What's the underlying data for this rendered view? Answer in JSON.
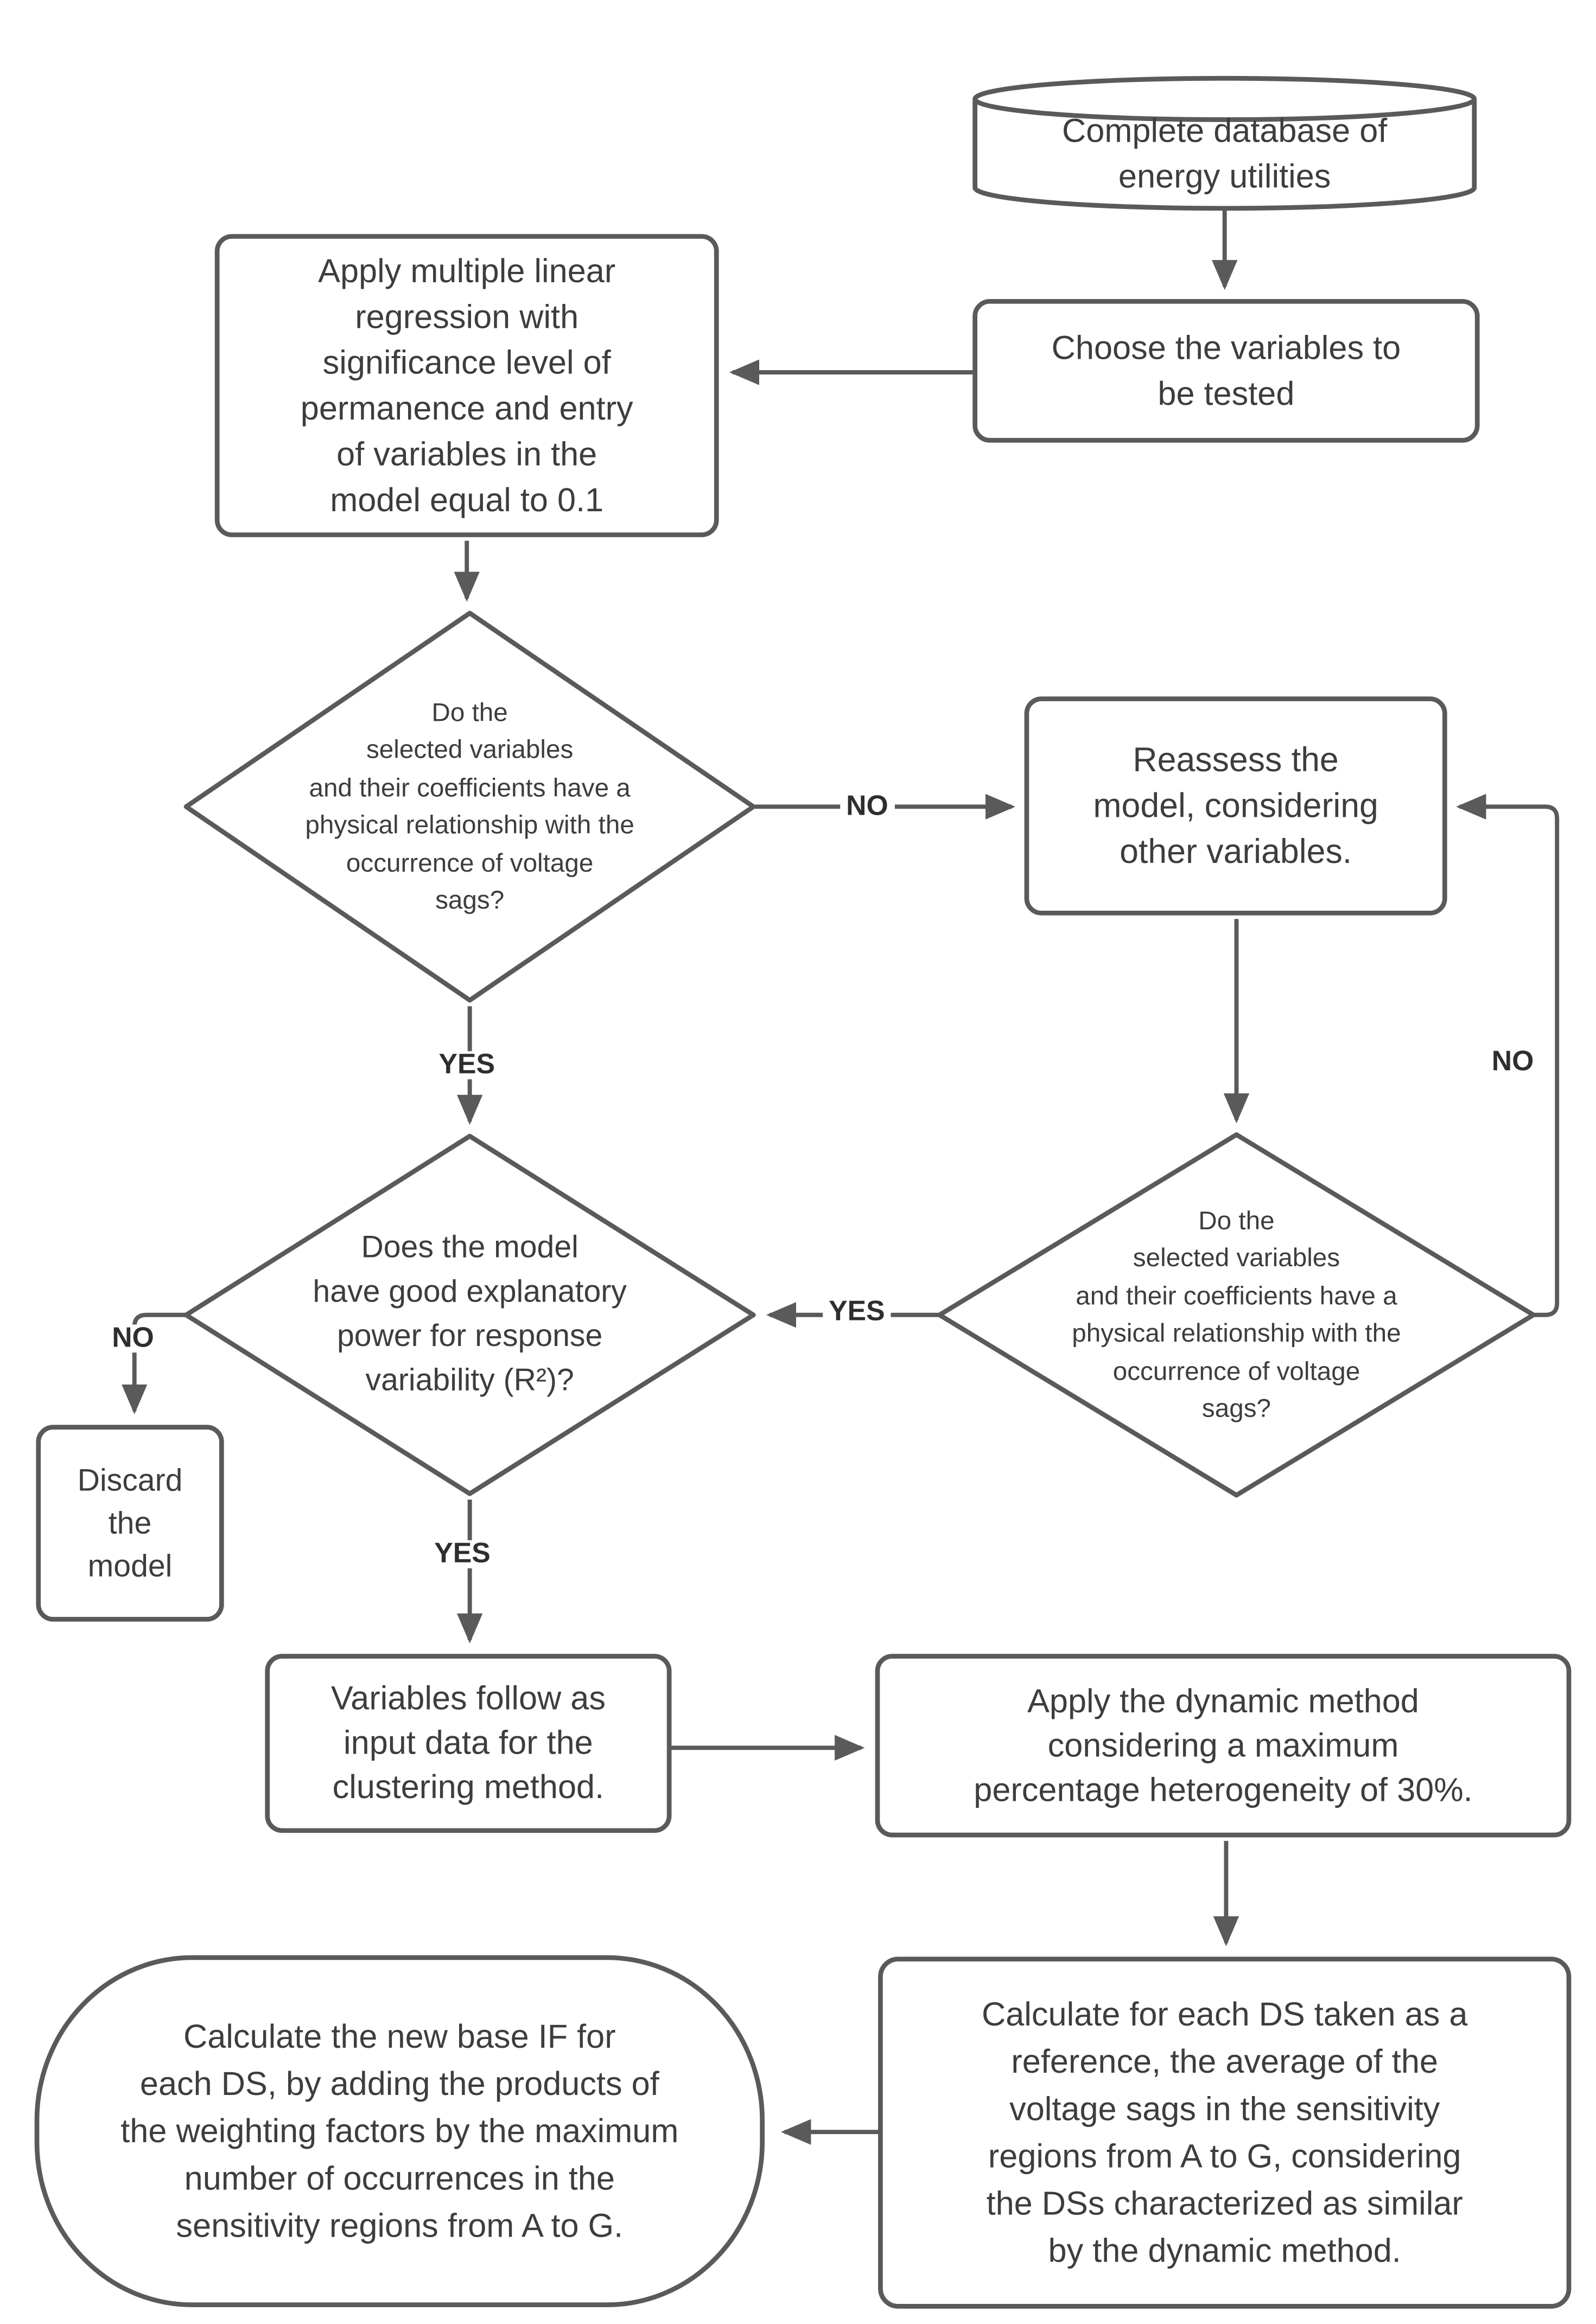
{
  "diagram": {
    "nodes": {
      "database": {
        "shape": "cylinder",
        "text": "Complete database of\nenergy utilities"
      },
      "choose_variables": {
        "shape": "process",
        "text": "Choose the variables to\nbe tested"
      },
      "regression": {
        "shape": "process",
        "text": "Apply multiple linear\nregression with\nsignificance level of\npermanence and entry\nof variables in the\nmodel equal to 0.1"
      },
      "decision_physical_1": {
        "shape": "decision",
        "text": "Do the\nselected variables\nand their coefficients have a\nphysical relationship with the\noccurrence of voltage\nsags?"
      },
      "reassess": {
        "shape": "process",
        "text": "Reassess the\nmodel, considering\nother variables."
      },
      "decision_r2": {
        "shape": "decision",
        "text": "Does the model\nhave good explanatory\npower for response\nvariability (R²)?"
      },
      "decision_physical_2": {
        "shape": "decision",
        "text": "Do the\nselected variables\nand their coefficients have a\nphysical relationship with the\noccurrence of voltage\nsags?"
      },
      "discard": {
        "shape": "process",
        "text": "Discard\nthe\nmodel"
      },
      "variables_input": {
        "shape": "process",
        "text": "Variables follow as\ninput data for the\nclustering method."
      },
      "dynamic_method": {
        "shape": "process",
        "text": "Apply the dynamic method\nconsidering a maximum\npercentage heterogeneity of 30%."
      },
      "calculate_ds": {
        "shape": "process",
        "text": "Calculate for each DS taken as a\nreference, the average of the\nvoltage sags in the sensitivity\nregions from A to G, considering\nthe DSs characterized as similar\nby the dynamic method."
      },
      "new_base_if": {
        "shape": "terminator",
        "text": "Calculate the new base IF for\neach DS, by adding the products of\nthe weighting factors by the maximum\nnumber of occurrences in the\nsensitivity regions from A to G."
      }
    },
    "labels": {
      "no_1": "NO",
      "yes_1": "YES",
      "no_right": "NO",
      "yes_mid": "YES",
      "no_left": "NO",
      "yes_2": "YES"
    },
    "colors": {
      "stroke": "#5a5a5a",
      "text": "#3d3d3d",
      "background": "#ffffff"
    }
  }
}
